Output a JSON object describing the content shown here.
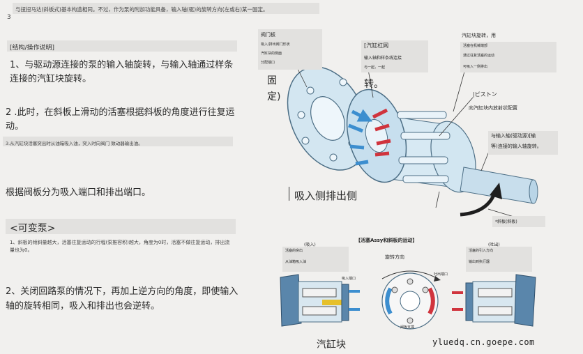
{
  "text": {
    "top_note": "与扭扭马达(斜板式)基本构造相同。不过，作为泵的附加功能具备，输入轴(驱)的旋转方向(左或右)某一固定。",
    "section_head": "[结构/操作说明]",
    "para1": "1、与驱动源连接的泵的输入轴旋转，与输入轴通过样条连接的汽缸块旋转。",
    "para2": "2 .此时，在斜板上滑动的活塞根据斜板的角度进行往复运动。",
    "para3": "3.从汽缸块活塞突出时从油箱吸入油，突入时向阀门 致动器输出油。",
    "para4": "根据阀板分为吸入端口和排出端口。",
    "variable_title": "<可变泵>",
    "para5": "1、斜板的倾斜量越大，活塞往复运动的行程(泵推容积)越大，角度为0时，活塞不做往复运动，排出流量也为0。",
    "para6": "2、关闭回路泵的情况下，再加上逆方向的角度，即使输入轴的旋转相同，吸入和排出也会逆转。"
  },
  "diagram": {
    "valve_plate_label": "阀门板",
    "valve_plate_desc1": "吸入/排出阀门形状",
    "valve_plate_desc2": "汽缸块的侧面",
    "valve_plate_desc3": "分配端口",
    "fixed_label_1": "固",
    "fixed_label_2": "定)",
    "cylinder_label": "[汽缸杠网",
    "cylinder_desc1": "输入轴和样条线连接",
    "cylinder_desc2": "与一起，一起",
    "rotate_label": "转。",
    "cyl_rotate_title": "汽缸块旋转，用",
    "cyl_rotate_desc1": "活塞在机械端部",
    "cyl_rotate_desc2": "通过往复活塞的运动",
    "cyl_rotate_desc3": "可吸入一侧排出",
    "piston_label": "|ピストン",
    "piston_desc": "向汽缸块内放射状配置",
    "input_shaft_desc1": "与输入轴(驱动源)[输",
    "input_shaft_desc2": "等)连接的输入轴旋转。",
    "suction_discharge": "吸入侧排出侧",
    "swash_label": "*斜板(斜板)",
    "piston_assy_title": "【活塞Assy和斜板的运动】",
    "suction_small": "(吸入)",
    "discharge_small": "(吐出)",
    "rot_dir": "旋转方向",
    "left_desc1": "活塞的突出",
    "left_desc2": "从油箱吸入油",
    "right_desc1": "活塞的引入方向",
    "right_desc2": "输出到执行器",
    "suction_port": "吸入端口",
    "discharge_port": "吐出端口",
    "plate_note": "阀板支撑",
    "cylinder_block_bottom": "汽缸块"
  },
  "watermark": "yluedq.cn.goepe.com",
  "colors": {
    "background": "#f1f0ee",
    "plate_fill": "#cfe3ee",
    "plate_stroke": "#4c6e85",
    "blue_arrow": "#3c8ecf",
    "red_arrow": "#d0343d",
    "curve_arrow": "#1e1e1e"
  }
}
